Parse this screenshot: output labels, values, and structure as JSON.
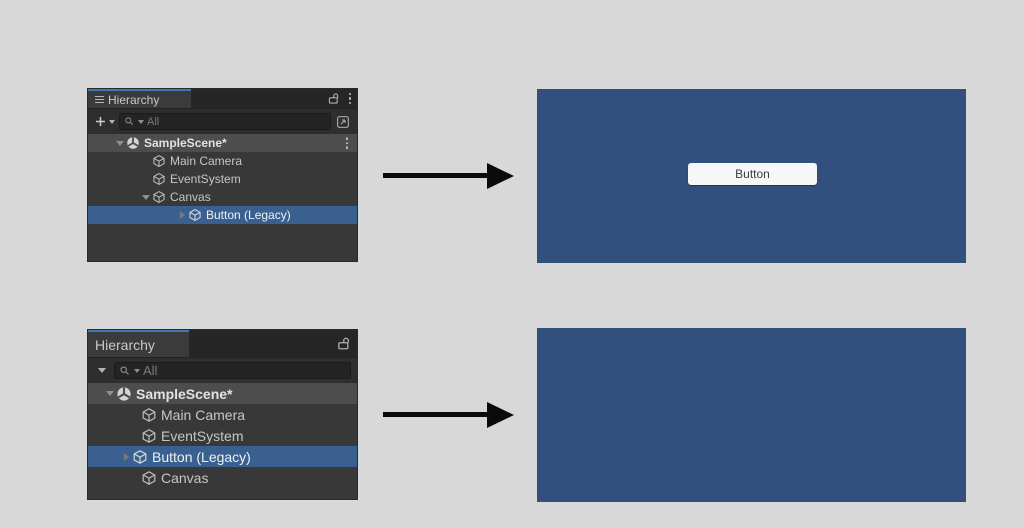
{
  "colors": {
    "page_background": "#d8d8d8",
    "panel_background": "#383838",
    "tab_accent_blue": "#4176b5",
    "selection_blue": "#39608f",
    "scene_row_gray": "#4d4d4d",
    "game_view_blue": "#32507d",
    "arrow_black": "#0b0b0b",
    "button_face": "#f7f7f7"
  },
  "top_left_panel": {
    "tab_label": "Hierarchy",
    "search_placeholder": "All",
    "rows": [
      {
        "label": "SampleScene*",
        "type": "scene",
        "expanded": true
      },
      {
        "label": "Main Camera",
        "type": "gameobject"
      },
      {
        "label": "EventSystem",
        "type": "gameobject"
      },
      {
        "label": "Canvas",
        "type": "gameobject",
        "expanded": true
      },
      {
        "label": "Button (Legacy)",
        "type": "gameobject",
        "selected": true,
        "collapsed": true
      }
    ]
  },
  "bottom_left_panel": {
    "tab_label": "Hierarchy",
    "search_placeholder": "All",
    "rows": [
      {
        "label": "SampleScene*",
        "type": "scene",
        "expanded": true
      },
      {
        "label": "Main Camera",
        "type": "gameobject"
      },
      {
        "label": "EventSystem",
        "type": "gameobject"
      },
      {
        "label": "Button (Legacy)",
        "type": "gameobject",
        "selected": true,
        "collapsed": true
      },
      {
        "label": "Canvas",
        "type": "gameobject"
      }
    ]
  },
  "top_right_view": {
    "button_label": "Button"
  },
  "bottom_right_view": {
    "button_label": null
  }
}
